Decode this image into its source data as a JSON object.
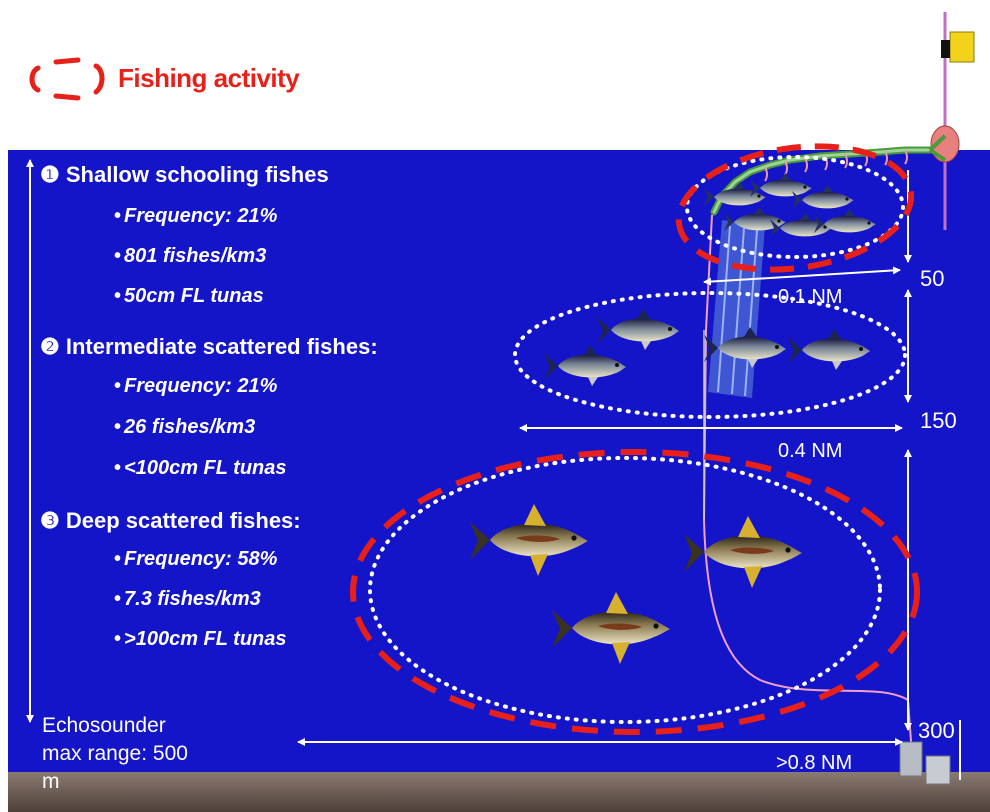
{
  "legend": {
    "label": "Fishing activity"
  },
  "groups": [
    {
      "marker": "❶",
      "title": "Shallow schooling fishes",
      "stats": [
        "Frequency: 21%",
        "801 fishes/km3",
        "50cm FL tunas"
      ]
    },
    {
      "marker": "❷",
      "title": "Intermediate scattered fishes:",
      "stats": [
        "Frequency: 21%",
        "26 fishes/km3",
        "<100cm FL tunas"
      ]
    },
    {
      "marker": "❸",
      "title": "Deep scattered fishes:",
      "stats": [
        "Frequency: 58%",
        "7.3 fishes/km3",
        ">100cm FL tunas"
      ]
    }
  ],
  "distances": [
    "0.1 NM",
    "0.4 NM",
    ">0.8 NM"
  ],
  "depths": [
    "50",
    "150",
    "300"
  ],
  "echosounder": {
    "line1": "Echosounder",
    "line2": "max range: 500",
    "line3": "m"
  },
  "colors": {
    "water": "#1414c8",
    "fishing": "#e8201a",
    "seabed": "#6b5a52",
    "buoy_flag": "#f2d21a"
  }
}
